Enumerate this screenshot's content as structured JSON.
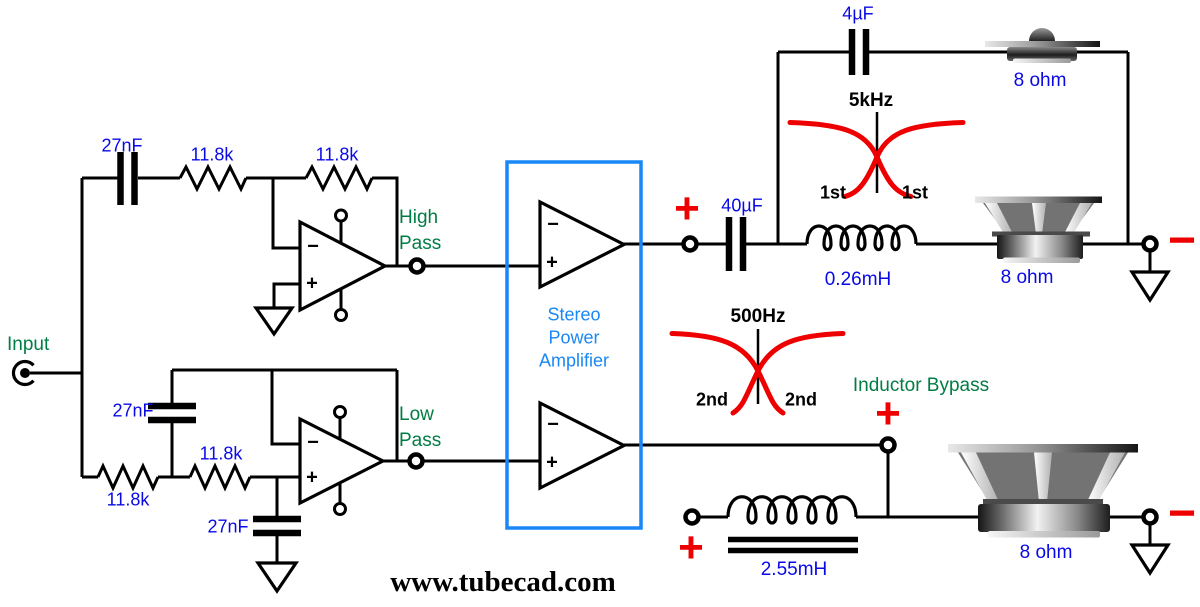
{
  "colors": {
    "wire": "#000000",
    "component_label_blue": "#0909e6",
    "node_label_green": "#007d45",
    "amplifier_blue": "#1987f5",
    "polarity_red": "#ee0000",
    "curve_red": "#ee0000"
  },
  "input": {
    "label": "Input"
  },
  "high_pass_filter": {
    "cap": "27nF",
    "r1": "11.8k",
    "r2": "11.8k",
    "label": {
      "line1": "High",
      "line2": "Pass"
    },
    "opamp": {
      "inv": "−",
      "noninv": "+"
    }
  },
  "low_pass_filter": {
    "cap_series": "27nF",
    "cap_shunt": "27nF",
    "r1": "11.8k",
    "r2": "11.8k",
    "label": {
      "line1": "Low",
      "line2": "Pass"
    },
    "opamp": {
      "inv": "−",
      "noninv": "+"
    }
  },
  "power_amp": {
    "title": {
      "line1": "Stereo",
      "line2": "Power",
      "line3": "Amplifier"
    },
    "channel_top": {
      "inv": "−",
      "noninv": "+"
    },
    "channel_bottom": {
      "inv": "−",
      "noninv": "+"
    }
  },
  "high_branch": {
    "polarity_plus": "+",
    "polarity_minus": "−",
    "coupling_cap": "40µF",
    "tweeter_cap": "4µF",
    "tweeter_impedance": "8 ohm",
    "inductor": "0.26mH",
    "mid_impedance": "8 ohm",
    "crossover": {
      "freq": "5kHz",
      "order_left": "1st",
      "order_right": "1st"
    }
  },
  "low_branch": {
    "bypass_label": "Inductor Bypass",
    "polarity_plus_bypass": "+",
    "polarity_plus_input": "+",
    "polarity_minus": "−",
    "inductor": "2.55mH",
    "woofer_impedance": "8 ohm",
    "crossover": {
      "freq": "500Hz",
      "order_left": "2nd",
      "order_right": "2nd"
    }
  },
  "footer": {
    "website": "www.tubecad.com"
  }
}
